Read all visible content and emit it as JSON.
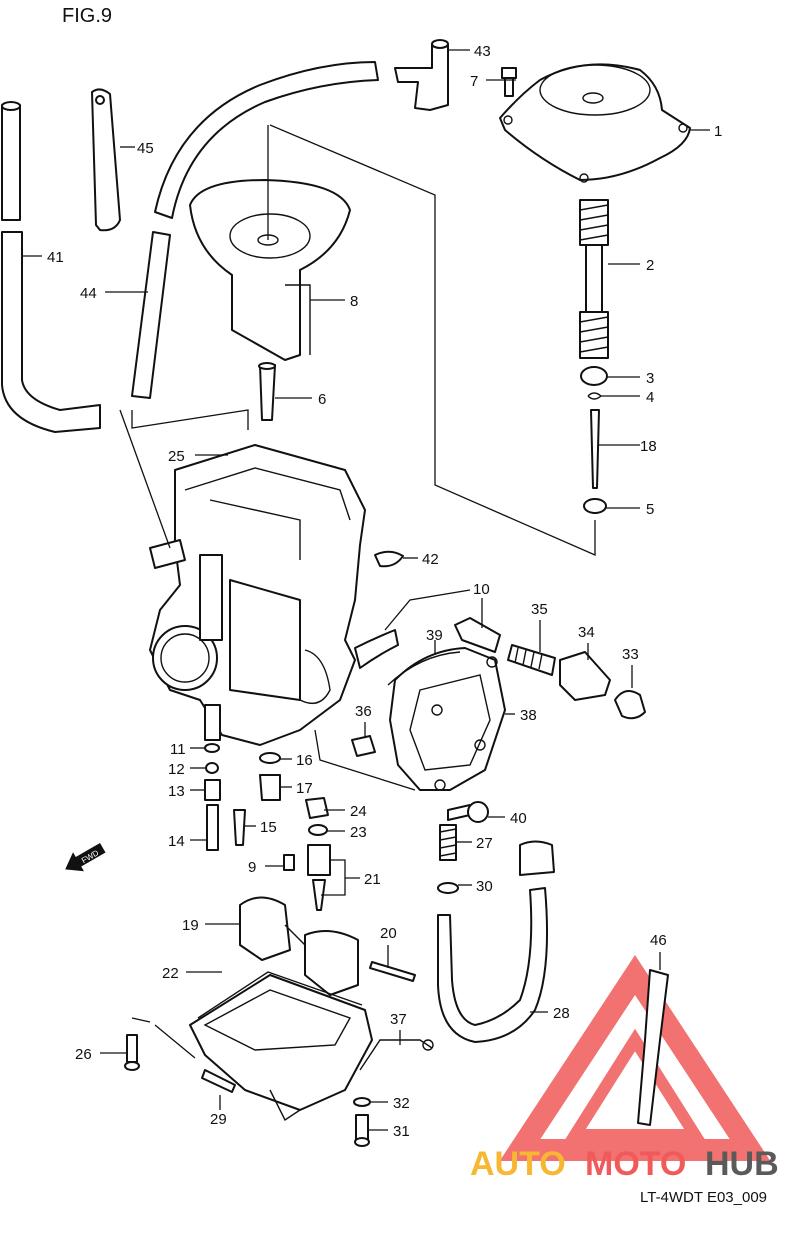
{
  "figure_label": "FIG.9",
  "drawing_code": "LT-4WDT E03_009",
  "fwd_label": "FWD",
  "watermark": {
    "part_auto": "AUTO",
    "part_moto": "MOTO",
    "part_hub": "HUB",
    "color_red": "#f05a5a",
    "color_orange": "#f7b733",
    "color_gray": "#5a5a5a"
  },
  "callouts": {
    "n1": "1",
    "n2": "2",
    "n3": "3",
    "n4": "4",
    "n5": "5",
    "n6": "6",
    "n7": "7",
    "n8": "8",
    "n9": "9",
    "n10": "10",
    "n11": "11",
    "n12": "12",
    "n13": "13",
    "n14": "14",
    "n15": "15",
    "n16": "16",
    "n17": "17",
    "n18": "18",
    "n19": "19",
    "n20": "20",
    "n21": "21",
    "n22": "22",
    "n23": "23",
    "n24": "24",
    "n25": "25",
    "n26": "26",
    "n27": "27",
    "n28": "28",
    "n29": "29",
    "n30": "30",
    "n31": "31",
    "n32": "32",
    "n33": "33",
    "n34": "34",
    "n35": "35",
    "n36": "36",
    "n37": "37",
    "n38": "38",
    "n39": "39",
    "n40": "40",
    "n41": "41",
    "n42": "42",
    "n43": "43",
    "n44": "44",
    "n45": "45",
    "n46": "46"
  }
}
